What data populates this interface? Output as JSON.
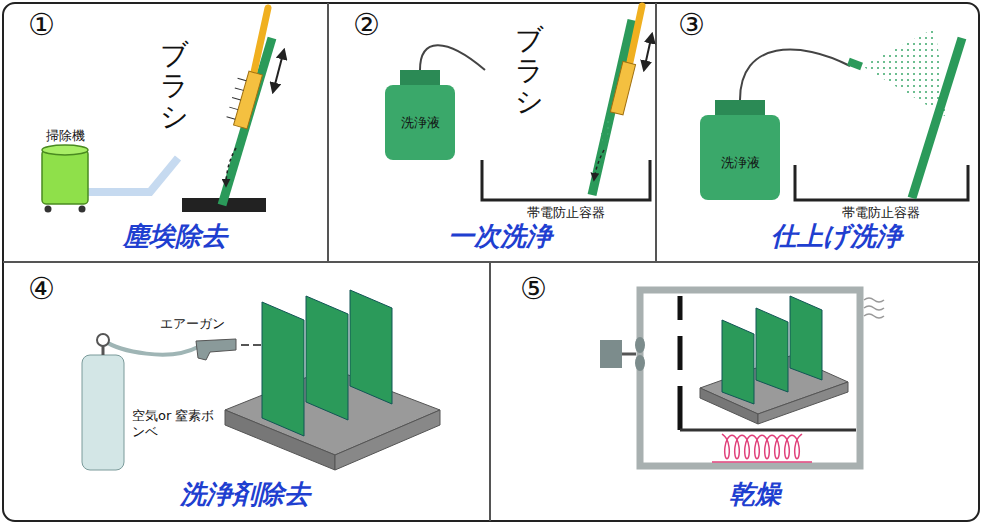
{
  "diagram": {
    "nodes": [
      {
        "text": [
          "①",
          "塵埃除去"
        ]
      },
      {
        "text": [
          "掃除機"
        ],
        "in": 0
      },
      {
        "text": [
          "②",
          "一次洗浄"
        ]
      },
      {
        "text": [
          "洗浄液"
        ],
        "in": 2
      },
      {
        "text": [
          "帯電防止容器"
        ],
        "in": 2
      },
      {
        "text": [
          "③",
          "仕上げ洗浄"
        ]
      },
      {
        "text": [
          "洗浄液"
        ],
        "in": 5
      },
      {
        "text": [
          "帯電防止容器"
        ],
        "in": 5
      },
      {
        "text": [
          "④",
          "洗浄剤除去"
        ]
      },
      {
        "text": [
          "⑤",
          "乾燥"
        ]
      }
    ],
    "labels": [
      "ブラシ",
      "ブラシ",
      "エアーガン",
      "空気or 窒素ボンベ"
    ]
  }
}
